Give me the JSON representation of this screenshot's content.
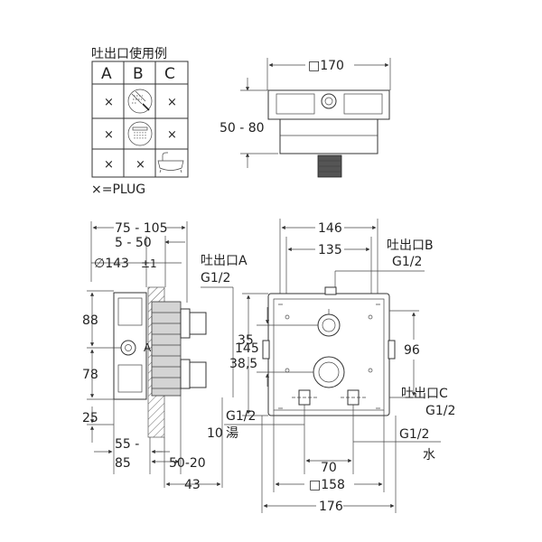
{
  "legend": {
    "title": "吐出口使用例",
    "columns": [
      "A",
      "B",
      "C"
    ],
    "mark": "×",
    "rows": [
      {
        "a": "×",
        "b": "hand-shower-icon",
        "c": "×"
      },
      {
        "a": "×",
        "b": "overhead-shower-icon",
        "c": "×"
      },
      {
        "a": "×",
        "b": "×",
        "c": "bathtub-icon"
      }
    ],
    "footnote": "×=PLUG"
  },
  "top_view": {
    "width_label": "□170",
    "depth_label": "50 - 80"
  },
  "side_view": {
    "overall_label": "75 - 105",
    "plaster_label": "5 - 50",
    "pipe_label": "∅143",
    "pipe_tolerance": "±1",
    "upper_label": "88",
    "lower_label": "78",
    "bottom_label": "25",
    "valve_label": "55 -",
    "valve_label_2": "85",
    "body_label": "50-20",
    "depth_label": "43",
    "marker_letter": "A"
  },
  "front_view": {
    "width_146": "146",
    "width_135": "135",
    "height_145": "145",
    "offset_35": "35",
    "offset_385": "38,5",
    "height_96": "96",
    "spacing_70": "70",
    "square_158": "□158",
    "overall_176": "176",
    "outlet_a_name": "吐出口A",
    "outlet_a_thread": "G1/2",
    "outlet_b_name": "吐出口B",
    "outlet_b_thread": "G1/2",
    "outlet_c_name": "吐出口C",
    "outlet_c_thread": "G1/2",
    "hot_thread": "G1/2",
    "hot_size": "10",
    "hot_label": "湯",
    "cold_thread": "G1/2",
    "cold_label": "水"
  }
}
